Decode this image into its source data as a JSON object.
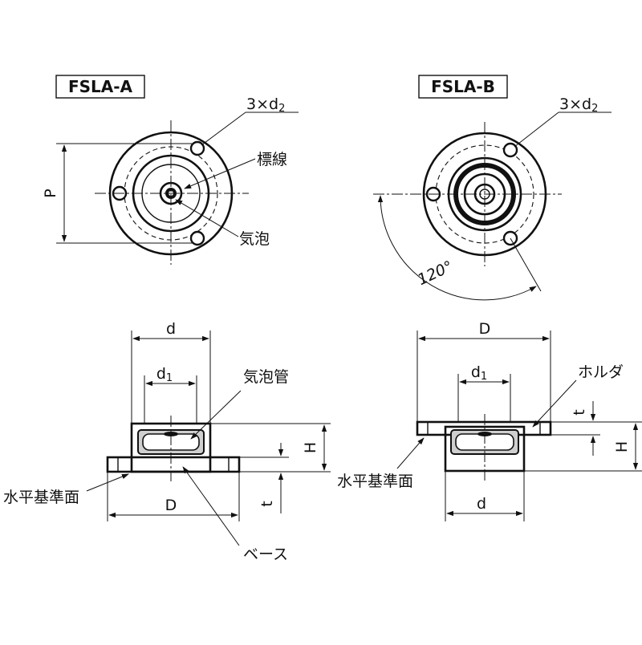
{
  "fsla_a": {
    "title": "FSLA-A",
    "hole_label": "3×d",
    "hole_sub": "2",
    "pitch_label": "P",
    "marker_label": "標線",
    "bubble_label": "気泡",
    "side": {
      "d_label": "d",
      "d1_label": "d",
      "d1_sub": "1",
      "tube_label": "気泡管",
      "H_label": "H",
      "t_label": "t",
      "D_label": "D",
      "ref_label": "水平基準面",
      "base_label": "ベース"
    }
  },
  "fsla_b": {
    "title": "FSLA-B",
    "hole_label": "3×d",
    "hole_sub": "2",
    "angle_label": "120°",
    "side": {
      "D_label": "D",
      "d1_label": "d",
      "d1_sub": "1",
      "holder_label": "ホルダ",
      "t_label": "t",
      "H_label": "H",
      "ref_label": "水平基準面",
      "d_label": "d"
    }
  }
}
